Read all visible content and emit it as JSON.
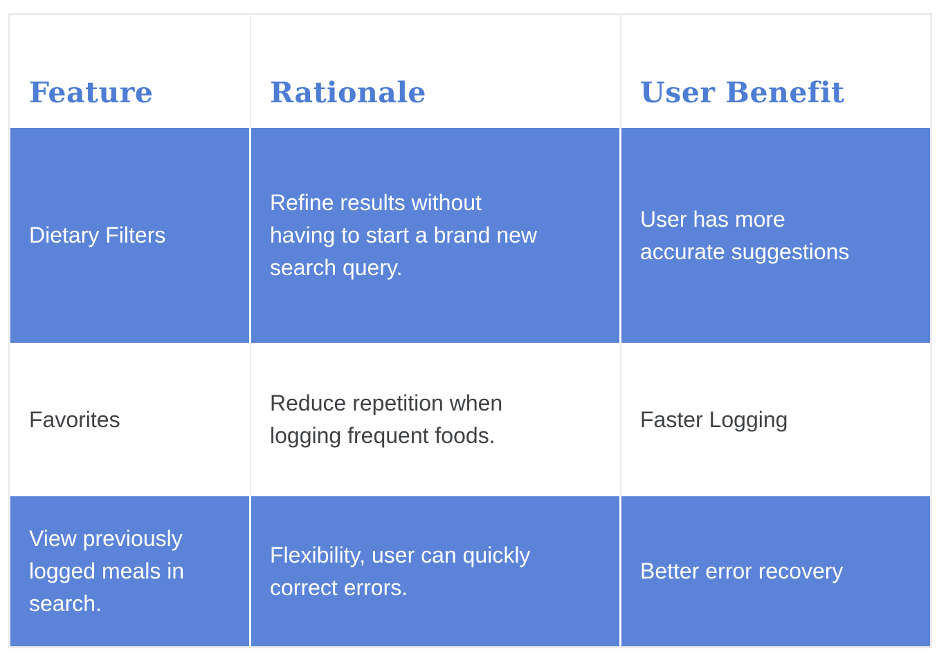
{
  "table": {
    "headers": [
      "Feature",
      "Rationale",
      "User Benefit"
    ],
    "rows": [
      {
        "feature": "Dietary Filters",
        "rationale": "Refine results without\nhaving to start a brand new\nsearch query.",
        "benefit": "User has more\naccurate suggestions"
      },
      {
        "feature": "Favorites",
        "rationale": "Reduce repetition when\nlogging frequent foods.",
        "benefit": "Faster Logging"
      },
      {
        "feature": "View previously\nlogged meals in\nsearch.",
        "rationale": "Flexibility, user can quickly\ncorrect errors.",
        "benefit": "Better error recovery"
      }
    ]
  },
  "colors": {
    "row-accent": "#5b84d8",
    "header-text": "#4e7dd4",
    "body-text": "#3f4245",
    "grid-border": "#ececec"
  }
}
